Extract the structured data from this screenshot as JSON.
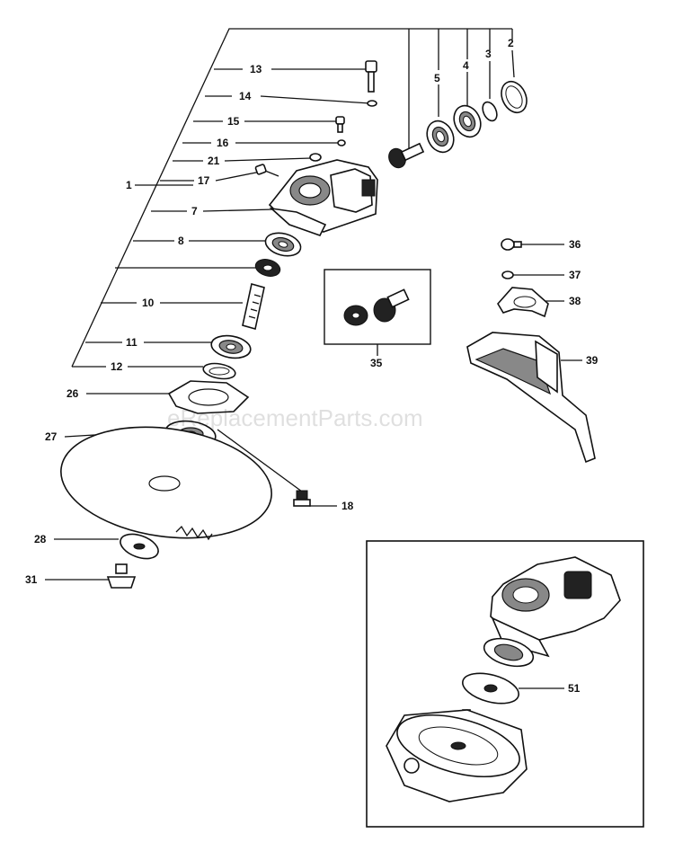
{
  "watermark": "eReplacementParts.com",
  "callouts": [
    {
      "id": "c2",
      "label": "2"
    },
    {
      "id": "c3",
      "label": "3"
    },
    {
      "id": "c4",
      "label": "4"
    },
    {
      "id": "c5",
      "label": "5"
    },
    {
      "id": "c13",
      "label": "13"
    },
    {
      "id": "c14",
      "label": "14"
    },
    {
      "id": "c15",
      "label": "15"
    },
    {
      "id": "c16",
      "label": "16"
    },
    {
      "id": "c21",
      "label": "21"
    },
    {
      "id": "c1",
      "label": "1"
    },
    {
      "id": "c17",
      "label": "17"
    },
    {
      "id": "c7",
      "label": "7"
    },
    {
      "id": "c8",
      "label": "8"
    },
    {
      "id": "c10",
      "label": "10"
    },
    {
      "id": "c11",
      "label": "11"
    },
    {
      "id": "c12",
      "label": "12"
    },
    {
      "id": "c26",
      "label": "26"
    },
    {
      "id": "c27",
      "label": "27"
    },
    {
      "id": "c18",
      "label": "18"
    },
    {
      "id": "c28",
      "label": "28"
    },
    {
      "id": "c31",
      "label": "31"
    },
    {
      "id": "c35",
      "label": "35"
    },
    {
      "id": "c36",
      "label": "36"
    },
    {
      "id": "c37",
      "label": "37"
    },
    {
      "id": "c38",
      "label": "38"
    },
    {
      "id": "c39",
      "label": "39"
    },
    {
      "id": "c51",
      "label": "51"
    }
  ]
}
